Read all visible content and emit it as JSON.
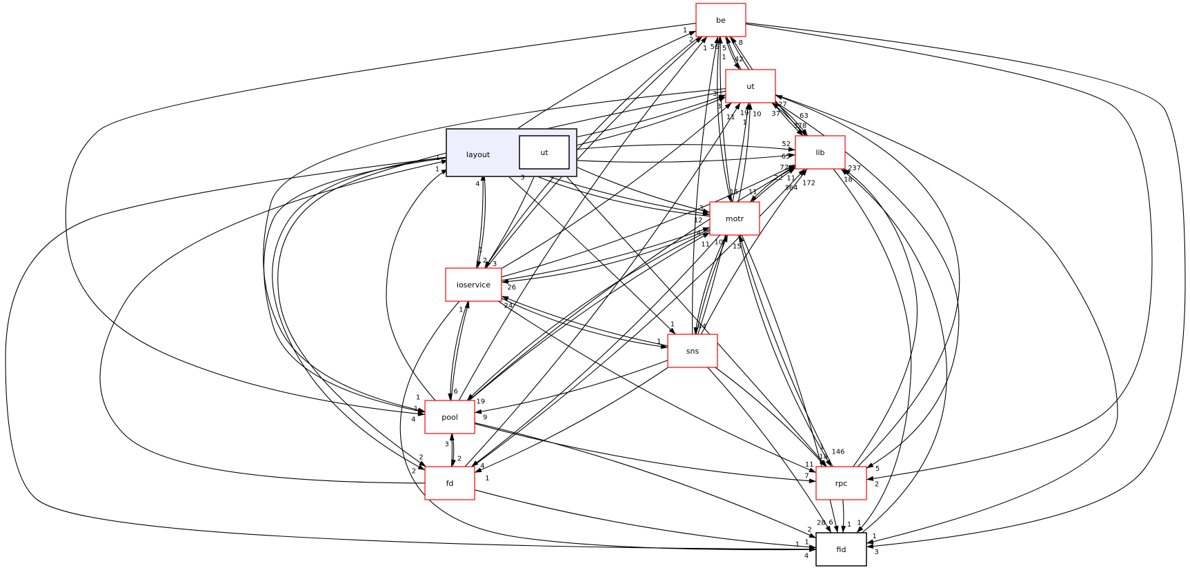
{
  "graph": {
    "colors": {
      "node_with_children_border": "#ff0000",
      "node_leaf_border": "#000000",
      "cluster_fill": "#eeeeff",
      "cluster_border": "#404040",
      "edge": "#000000",
      "node_fill": "#ffffff"
    },
    "cluster": {
      "id": "layout",
      "label": "layout"
    },
    "nodes": [
      {
        "id": "be",
        "label": "be",
        "kind": "red"
      },
      {
        "id": "ut",
        "label": "ut",
        "kind": "red"
      },
      {
        "id": "layout",
        "label": "layout",
        "kind": "cluster"
      },
      {
        "id": "lut",
        "label": "ut",
        "kind": "black"
      },
      {
        "id": "lib",
        "label": "lib",
        "kind": "red"
      },
      {
        "id": "motr",
        "label": "motr",
        "kind": "red"
      },
      {
        "id": "ioservice",
        "label": "ioservice",
        "kind": "red"
      },
      {
        "id": "sns",
        "label": "sns",
        "kind": "red"
      },
      {
        "id": "pool",
        "label": "pool",
        "kind": "red"
      },
      {
        "id": "fd",
        "label": "fd",
        "kind": "red"
      },
      {
        "id": "rpc",
        "label": "rpc",
        "kind": "red"
      },
      {
        "id": "fid",
        "label": "fid",
        "kind": "black"
      }
    ],
    "edges": [
      {
        "from": "layout",
        "to": "be",
        "label": "1"
      },
      {
        "from": "ioservice",
        "to": "be",
        "label": "2"
      },
      {
        "from": "pool",
        "to": "be",
        "label": "1"
      },
      {
        "from": "motr",
        "to": "be",
        "label": "56"
      },
      {
        "from": "ut",
        "to": "be",
        "label": "5"
      },
      {
        "from": "lib",
        "to": "be",
        "label": "8"
      },
      {
        "from": "sns",
        "to": "be",
        "label": "1"
      },
      {
        "from": "be",
        "to": "ut",
        "label": "42"
      },
      {
        "from": "be",
        "to": "motr",
        "label": "15"
      },
      {
        "from": "be",
        "to": "lib",
        "label": "378"
      },
      {
        "from": "be",
        "to": "ioservice",
        "label": "3"
      },
      {
        "from": "be",
        "to": "pool",
        "label": "1"
      },
      {
        "from": "be",
        "to": "rpc",
        "label": "2"
      },
      {
        "from": "be",
        "to": "fid",
        "label": "3"
      },
      {
        "from": "layout",
        "to": "ut",
        "label": "3"
      },
      {
        "from": "lut",
        "to": "ut",
        "label": "3"
      },
      {
        "from": "ioservice",
        "to": "ut",
        "label": "11"
      },
      {
        "from": "motr",
        "to": "ut",
        "label": "19"
      },
      {
        "from": "sns",
        "to": "ut",
        "label": "10"
      },
      {
        "from": "rpc",
        "to": "ut",
        "label": "27"
      },
      {
        "from": "lib",
        "to": "ut",
        "label": "37"
      },
      {
        "from": "ut",
        "to": "lib",
        "label": "63"
      },
      {
        "from": "ut",
        "to": "pool",
        "label": "4"
      },
      {
        "from": "ut",
        "to": "fd",
        "label": "2"
      },
      {
        "from": "ut",
        "to": "rpc",
        "label": "5"
      },
      {
        "from": "ut",
        "to": "fid",
        "label": "1"
      },
      {
        "from": "pool",
        "to": "lib",
        "label": "72"
      },
      {
        "from": "ioservice",
        "to": "lib",
        "label": "11"
      },
      {
        "from": "lut",
        "to": "lib",
        "label": "52"
      },
      {
        "from": "layout",
        "to": "lib",
        "label": "65"
      },
      {
        "from": "motr",
        "to": "lib",
        "label": "364"
      },
      {
        "from": "sns",
        "to": "lib",
        "label": "172"
      },
      {
        "from": "fd",
        "to": "lib",
        "label": "22"
      },
      {
        "from": "rpc",
        "to": "lib",
        "label": "18"
      },
      {
        "from": "fid",
        "to": "lib",
        "label": "237"
      },
      {
        "from": "layout",
        "to": "motr",
        "label": "3"
      },
      {
        "from": "lut",
        "to": "motr",
        "label": "12"
      },
      {
        "from": "pool",
        "to": "motr",
        "label": "4"
      },
      {
        "from": "ioservice",
        "to": "motr",
        "label": "11"
      },
      {
        "from": "lib",
        "to": "motr",
        "label": "11"
      },
      {
        "from": "sns",
        "to": "motr",
        "label": "10"
      },
      {
        "from": "rpc",
        "to": "motr",
        "label": "15"
      },
      {
        "from": "fd",
        "to": "ut",
        "label": "1"
      },
      {
        "from": "pool",
        "to": "layout",
        "label": "1"
      },
      {
        "from": "fd",
        "to": "layout",
        "label": "1"
      },
      {
        "from": "ioservice",
        "to": "layout",
        "label": "4"
      },
      {
        "from": "motr",
        "to": "layout",
        "label": "3"
      },
      {
        "from": "layout",
        "to": "ioservice",
        "label": "2"
      },
      {
        "from": "lut",
        "to": "ioservice",
        "label": "1"
      },
      {
        "from": "motr",
        "to": "ioservice",
        "label": "26"
      },
      {
        "from": "sns",
        "to": "ioservice",
        "label": "24"
      },
      {
        "from": "pool",
        "to": "ioservice",
        "label": "1"
      },
      {
        "from": "layout",
        "to": "sns",
        "label": "1"
      },
      {
        "from": "ioservice",
        "to": "sns",
        "label": "1"
      },
      {
        "from": "motr",
        "to": "sns",
        "label": "44"
      },
      {
        "from": "layout",
        "to": "pool",
        "label": "1"
      },
      {
        "from": "ioservice",
        "to": "pool",
        "label": "6"
      },
      {
        "from": "motr",
        "to": "pool",
        "label": "19"
      },
      {
        "from": "sns",
        "to": "pool",
        "label": "9"
      },
      {
        "from": "fd",
        "to": "pool",
        "label": "3"
      },
      {
        "from": "pool",
        "to": "fd",
        "label": "2"
      },
      {
        "from": "layout",
        "to": "fd",
        "label": "2"
      },
      {
        "from": "motr",
        "to": "fd",
        "label": "4"
      },
      {
        "from": "sns",
        "to": "fd",
        "label": "1"
      },
      {
        "from": "sns",
        "to": "rpc",
        "label": "18"
      },
      {
        "from": "motr",
        "to": "rpc",
        "label": "146"
      },
      {
        "from": "ioservice",
        "to": "rpc",
        "label": "11"
      },
      {
        "from": "pool",
        "to": "rpc",
        "label": "7"
      },
      {
        "from": "lut",
        "to": "rpc",
        "label": "1"
      },
      {
        "from": "sns",
        "to": "fid",
        "label": "6"
      },
      {
        "from": "rpc",
        "to": "fid",
        "label": "1"
      },
      {
        "from": "motr",
        "to": "fid",
        "label": "28"
      },
      {
        "from": "lib",
        "to": "fid",
        "label": "1"
      },
      {
        "from": "pool",
        "to": "fid",
        "label": "2"
      },
      {
        "from": "fd",
        "to": "fid",
        "label": "1"
      },
      {
        "from": "ioservice",
        "to": "fid",
        "label": "4"
      },
      {
        "from": "layout",
        "to": "fid",
        "label": "1"
      }
    ]
  }
}
